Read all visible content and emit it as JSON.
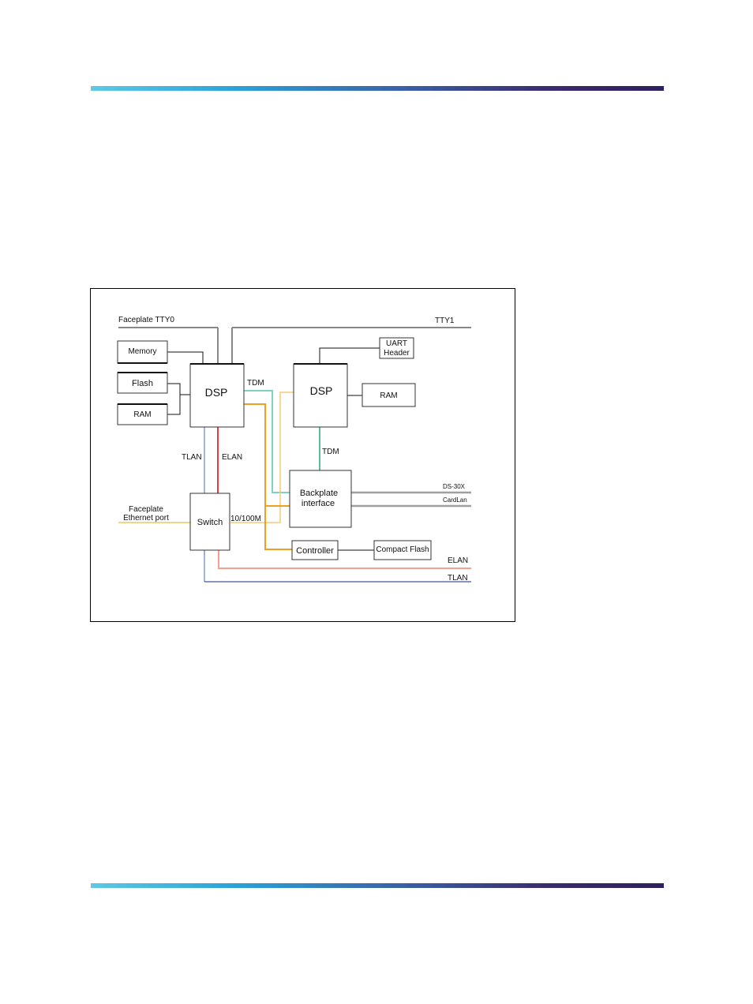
{
  "diagram": {
    "labels": {
      "faceplate_tty0": "Faceplate TTY0",
      "tty1": "TTY1",
      "memory": "Memory",
      "flash": "Flash",
      "ram_left": "RAM",
      "dsp_left": "DSP",
      "dsp_right": "DSP",
      "ram_right": "RAM",
      "uart_line1": "UART",
      "uart_line2": "Header",
      "tdm_top": "TDM",
      "tdm_mid": "TDM",
      "tlan_label": "TLAN",
      "elan_label": "ELAN",
      "faceplate_eth_line1": "Faceplate",
      "faceplate_eth_line2": "Ethernet port",
      "switch": "Switch",
      "speed": "10/100M",
      "backplate_line1": "Backplate",
      "backplate_line2": "interface",
      "ds_link": "DS-30X",
      "card_lan": "CardLan",
      "controller": "Controller",
      "compact_flash": "Compact Flash",
      "elan_bus": "ELAN",
      "tlan_bus": "TLAN"
    },
    "colors": {
      "tdm": "#7fd4c1",
      "orange": "#f0a020",
      "light_orange": "#f8c878",
      "elan": "#e04040",
      "elan_light": "#f4a090",
      "tlan": "#9fb2e0",
      "tlan_dark": "#1a2a7a",
      "eth": "#e8c860",
      "gray": "#a0a0a0"
    }
  }
}
